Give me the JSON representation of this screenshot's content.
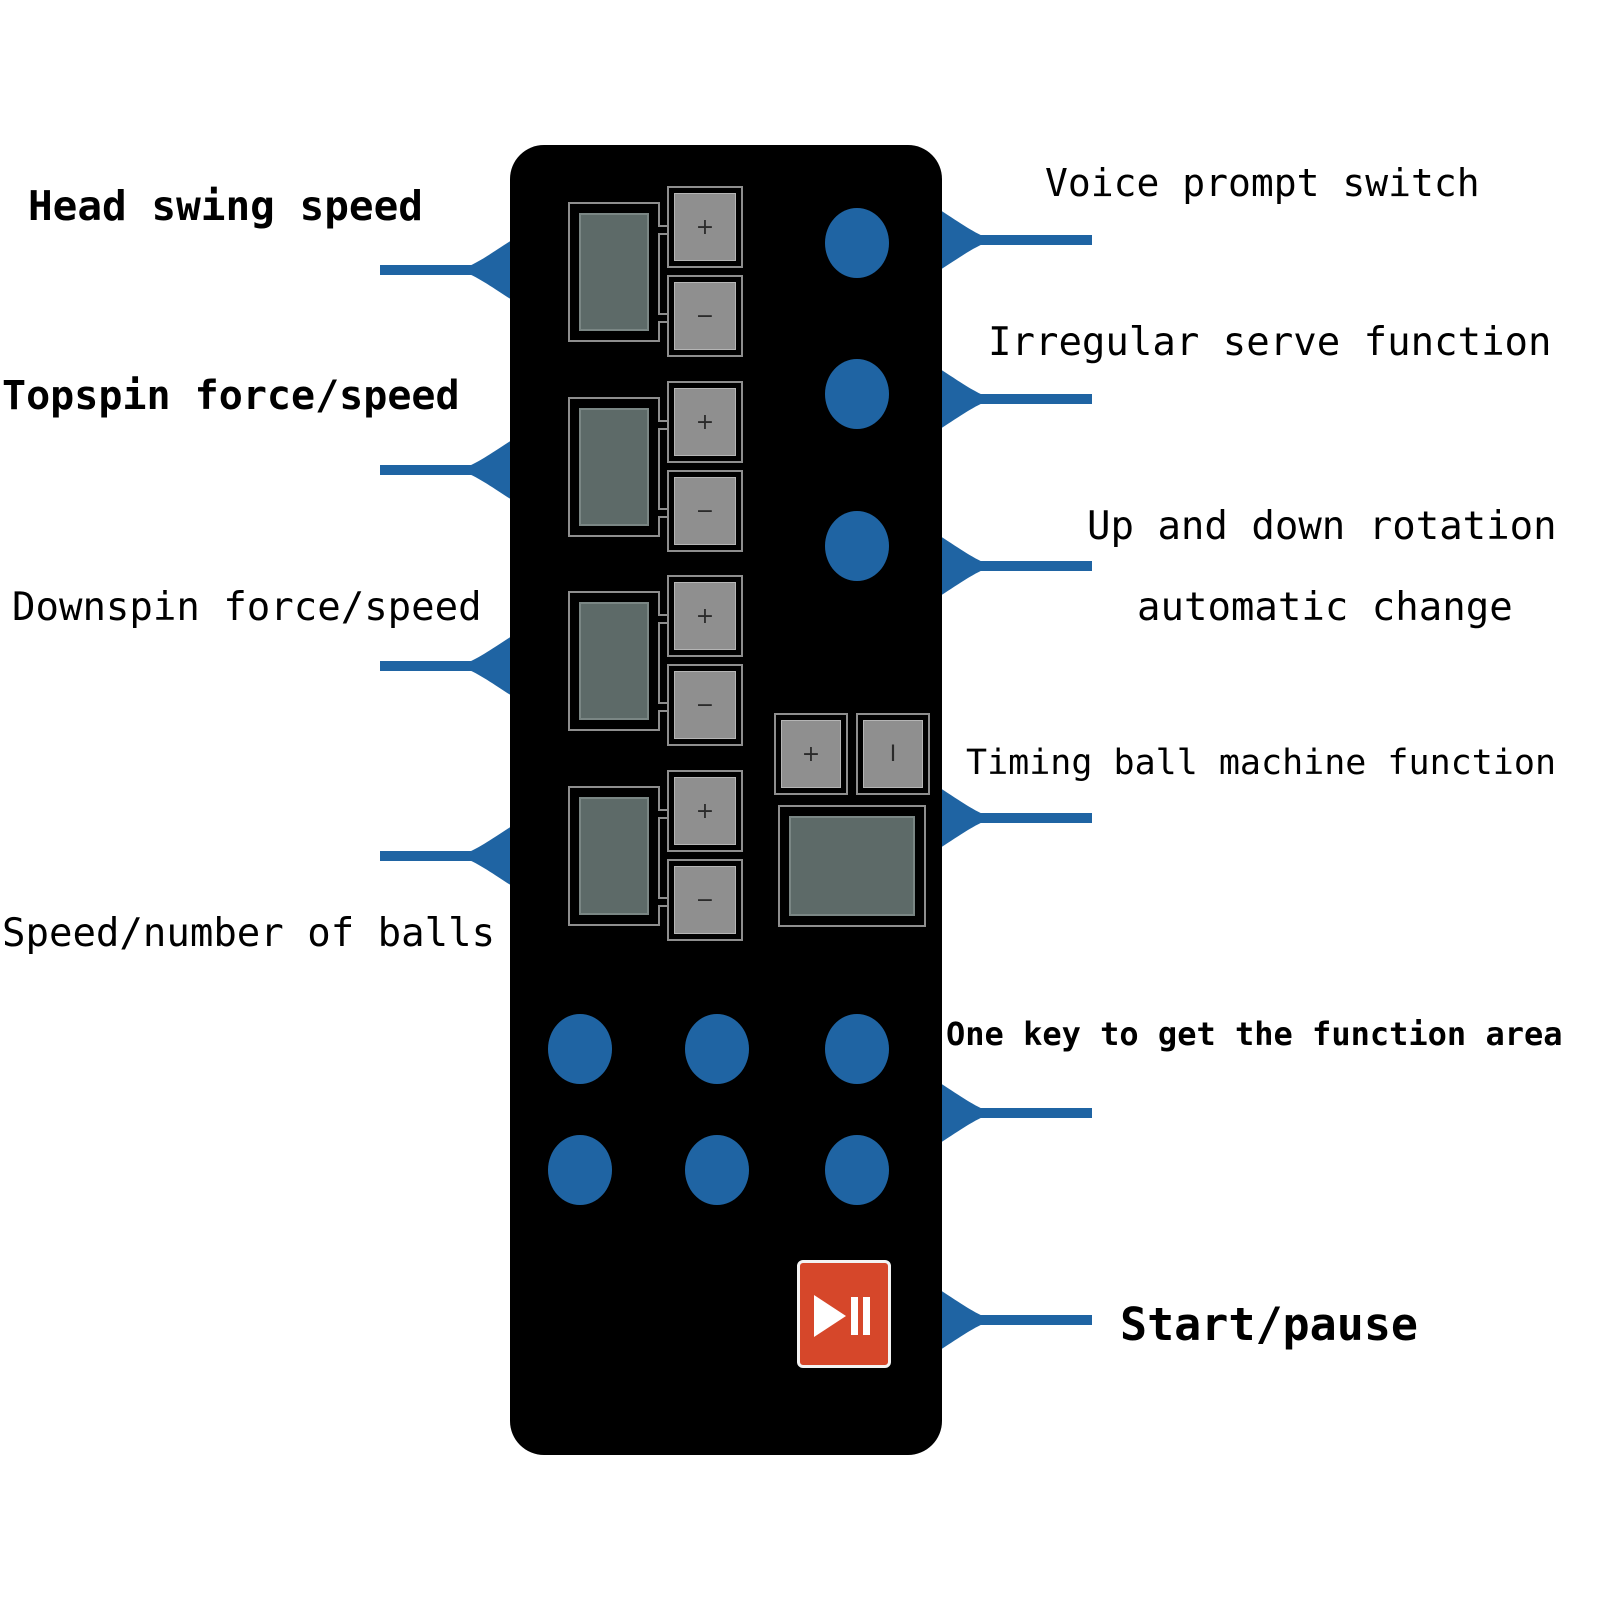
{
  "labels_left": {
    "head_swing_speed": "Head swing speed",
    "topspin": "Topspin force/speed",
    "downspin": "Downspin force/speed",
    "speed_balls": "Speed/number of balls"
  },
  "labels_right": {
    "voice": "Voice prompt switch",
    "irregular": "Irregular serve function",
    "updown_line1": "Up and down rotation",
    "updown_line2": "automatic change",
    "timing": "Timing ball machine function",
    "one_key": "One key to get the function area",
    "start_pause": "Start/pause"
  },
  "keys": {
    "plus": "+",
    "minus": "−",
    "timing_plus": "+",
    "timing_minus": "I"
  },
  "icons": {
    "start_pause": "play-pause-icon"
  },
  "colors": {
    "accent_blue": "#1f64a3",
    "start_button": "#d6472a",
    "panel": "#000000"
  }
}
